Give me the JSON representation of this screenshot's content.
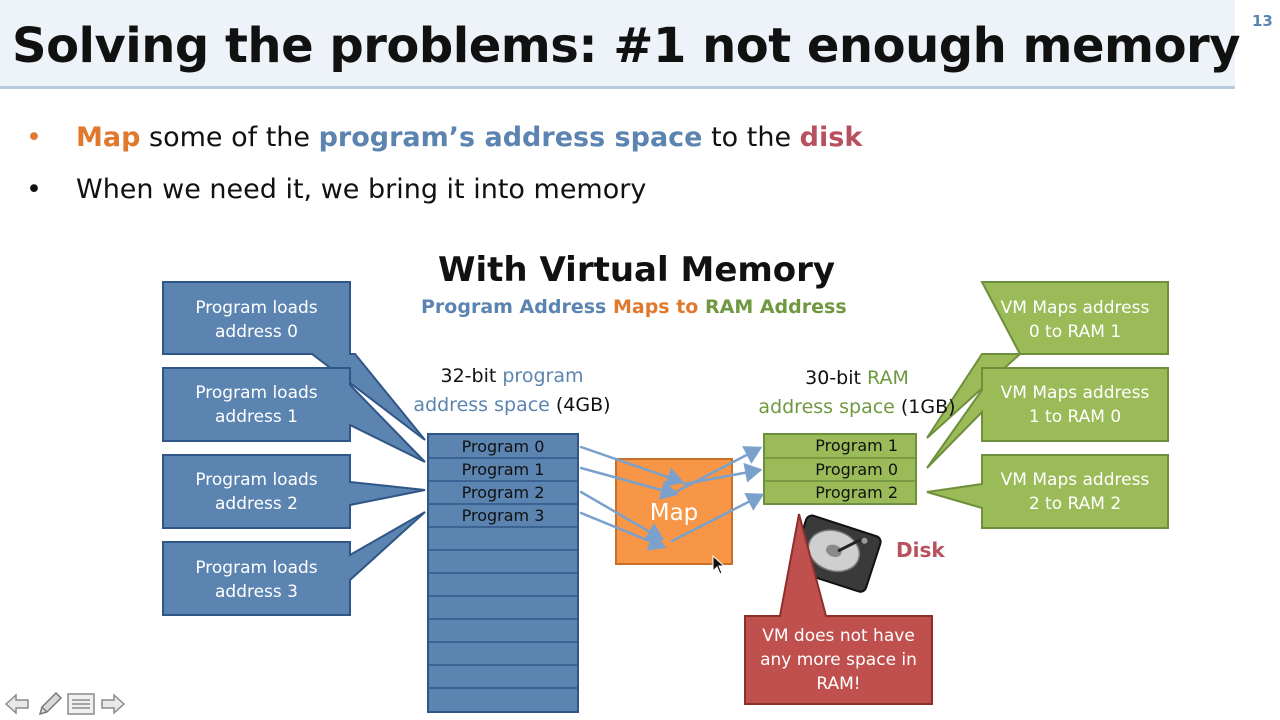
{
  "slide": {
    "title": "Solving the problems: #1 not enough memory",
    "number": "13"
  },
  "bullets": [
    {
      "marker": "•",
      "parts": [
        "Map",
        " some of the ",
        "program’s address space",
        " to the ",
        "disk"
      ]
    },
    {
      "marker": "•",
      "text": "When we need it, we bring it into memory"
    }
  ],
  "diagram": {
    "title": "With Virtual Memory",
    "subtitle": {
      "a": "Program Address",
      "b": "Maps to",
      "c": "RAM Address"
    },
    "program_space_label": {
      "line1_a": "32-bit ",
      "line1_b": "program",
      "line2_a": "address space",
      "line2_b": " (4GB)"
    },
    "ram_space_label": {
      "line1_a": "30-bit ",
      "line1_b": "RAM",
      "line2_a": "address space",
      "line2_b": " (1GB)"
    },
    "program_callouts": [
      {
        "line1": "Program loads",
        "line2": "address 0"
      },
      {
        "line1": "Program loads",
        "line2": "address 1"
      },
      {
        "line1": "Program loads",
        "line2": "address 2"
      },
      {
        "line1": "Program loads",
        "line2": "address 3"
      }
    ],
    "vm_callouts": [
      {
        "line1": "VM Maps address",
        "line2": "0 to RAM 1"
      },
      {
        "line1": "VM Maps address",
        "line2": "1 to RAM 0"
      },
      {
        "line1": "VM Maps address",
        "line2": "2 to RAM 2"
      }
    ],
    "program_cells": [
      "Program 0",
      "Program 1",
      "Program 2",
      "Program 3"
    ],
    "ram_cells": [
      "Program 1",
      "Program 0",
      "Program 2"
    ],
    "map_label": "Map",
    "disk_label": "Disk",
    "warning": {
      "line1": "VM does not have",
      "line2": "any more space in",
      "line3": "RAM!"
    }
  },
  "colors": {
    "callout_blue": "#5b84b1",
    "callout_green": "#9bbb59",
    "map_orange": "#f79646",
    "warning_red": "#c0504d"
  },
  "nav_icons": [
    "back-arrow-icon",
    "pen-icon",
    "menu-icon",
    "forward-arrow-icon"
  ]
}
